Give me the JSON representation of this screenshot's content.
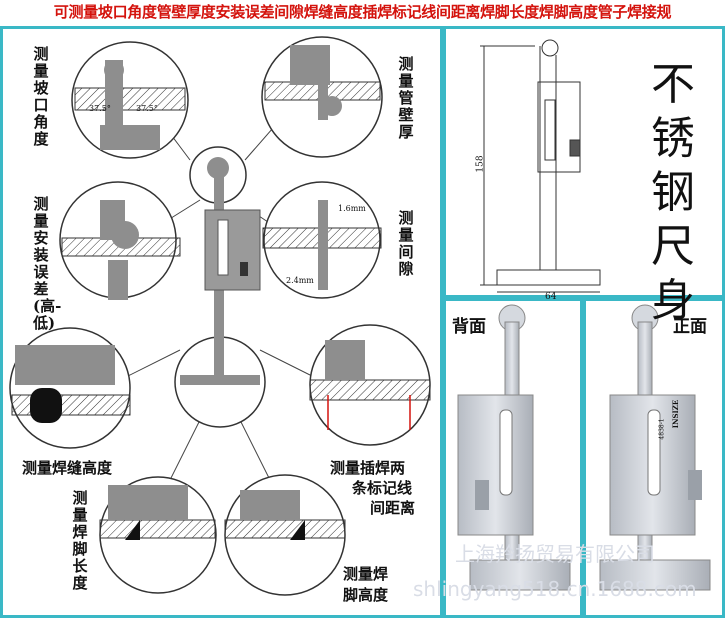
{
  "title": "可测量坡口角度管壁厚度安装误差间隙焊缝高度插焊标记线间距离焊脚长度焊脚高度管子焊接规",
  "labels": {
    "bevel_angle": "测量坡口角度",
    "wall_thickness": "测量管壁厚",
    "install_error": "测量安装误差(高-低)",
    "gap": "测量间隙",
    "weld_height": "测量焊缝高度",
    "mark_distance_line1": "测量插焊两",
    "mark_distance_line2": "条标记线",
    "mark_distance_line3": "间距离",
    "leg_length": "测量焊脚长度",
    "leg_height_line1": "测量焊",
    "leg_height_line2": "脚高度"
  },
  "drawing": {
    "dim_height": "158",
    "dim_width": "64",
    "material": "不锈钢尺身"
  },
  "annotations": {
    "angle_left": "37.5°",
    "angle_right": "37.5°",
    "gap_top": "1.6mm",
    "gap_bottom": "2.4mm"
  },
  "photos": {
    "back_label": "背面",
    "front_label": "正面",
    "brand": "INSIZE",
    "model": "4838-1"
  },
  "watermark": {
    "company": "上海羚扬贸易有限公司",
    "url": "shlingyang518.cn.1688.com"
  },
  "colors": {
    "title_red": "#d4130d",
    "border_cyan": "#3ab8c6",
    "gauge_gray": "#8e8e8e"
  }
}
